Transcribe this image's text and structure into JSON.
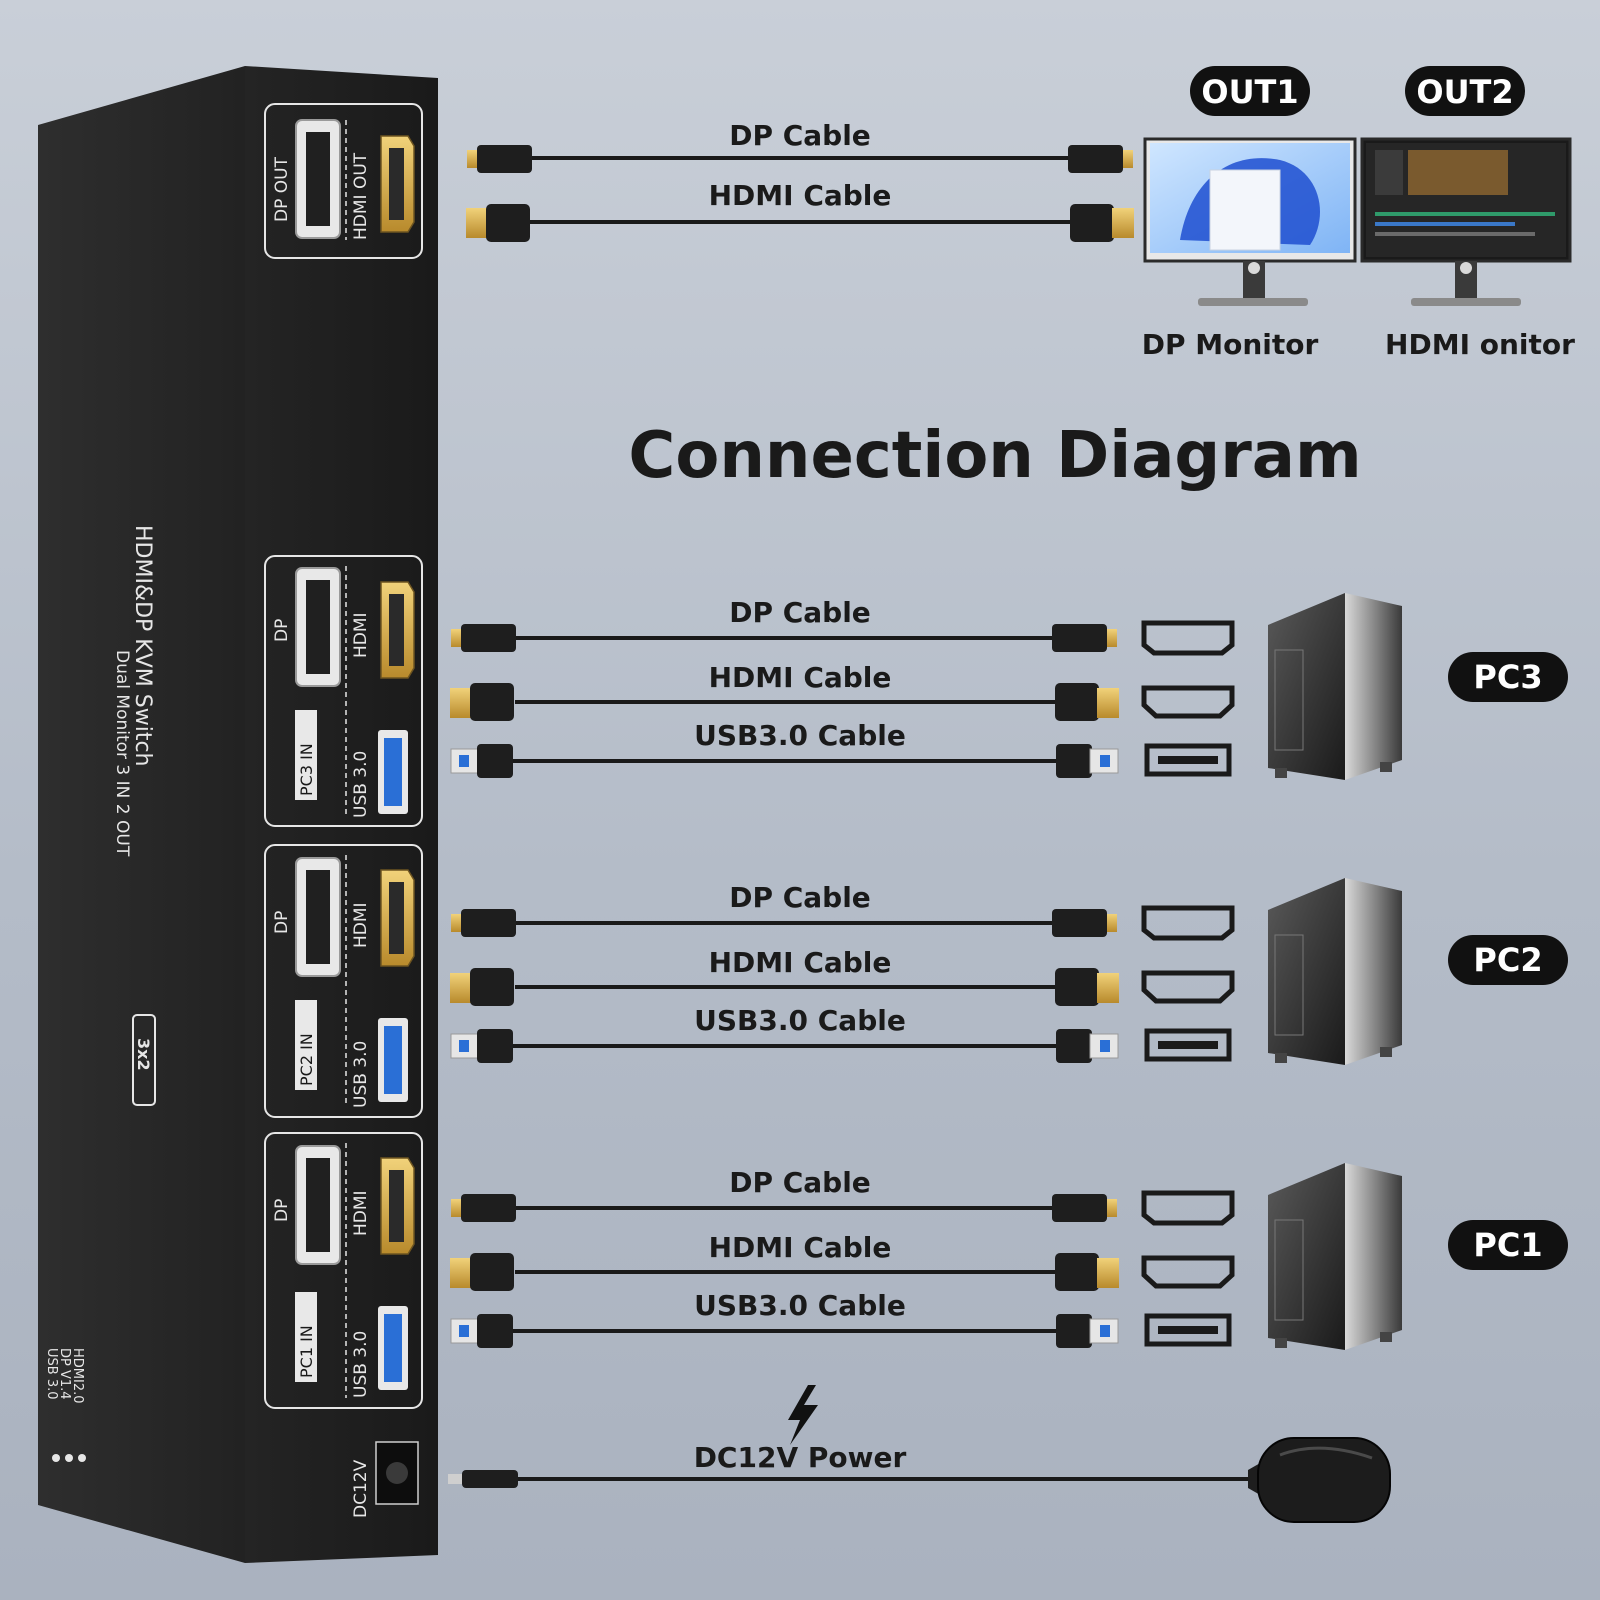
{
  "title": "Connection Diagram",
  "device": {
    "name": "HDMI&DP KVM Switch",
    "subtitle": "Dual Monitor 3 IN 2 OUT",
    "badge": "3x2",
    "specs": [
      "HDMI2.0",
      "DP V1.4",
      "USB 3.0"
    ],
    "ports_out": {
      "dp": "DP OUT",
      "hdmi": "HDMI OUT"
    },
    "port_dp": "DP",
    "port_hdmi": "HDMI",
    "port_usb": "USB 3.0",
    "port_pc3": "PC3 IN",
    "port_pc2": "PC2 IN",
    "port_pc1": "PC1 IN",
    "power_port": "DC12V"
  },
  "outputs": [
    {
      "badge": "OUT1",
      "monitor_label": "DP Monitor"
    },
    {
      "badge": "OUT2",
      "monitor_label": "HDMI onitor"
    }
  ],
  "cables": {
    "dp": "DP Cable",
    "hdmi": "HDMI Cable",
    "usb": "USB3.0 Cable"
  },
  "pcs": [
    {
      "label": "PC3"
    },
    {
      "label": "PC2"
    },
    {
      "label": "PC1"
    }
  ],
  "power_label": "DC12V Power",
  "colors": {
    "background": "#bfc6d0",
    "device": "#1f1f1f",
    "badge": "#111111",
    "gold": "#c9a54a",
    "usb_blue": "#2a6fd6"
  }
}
